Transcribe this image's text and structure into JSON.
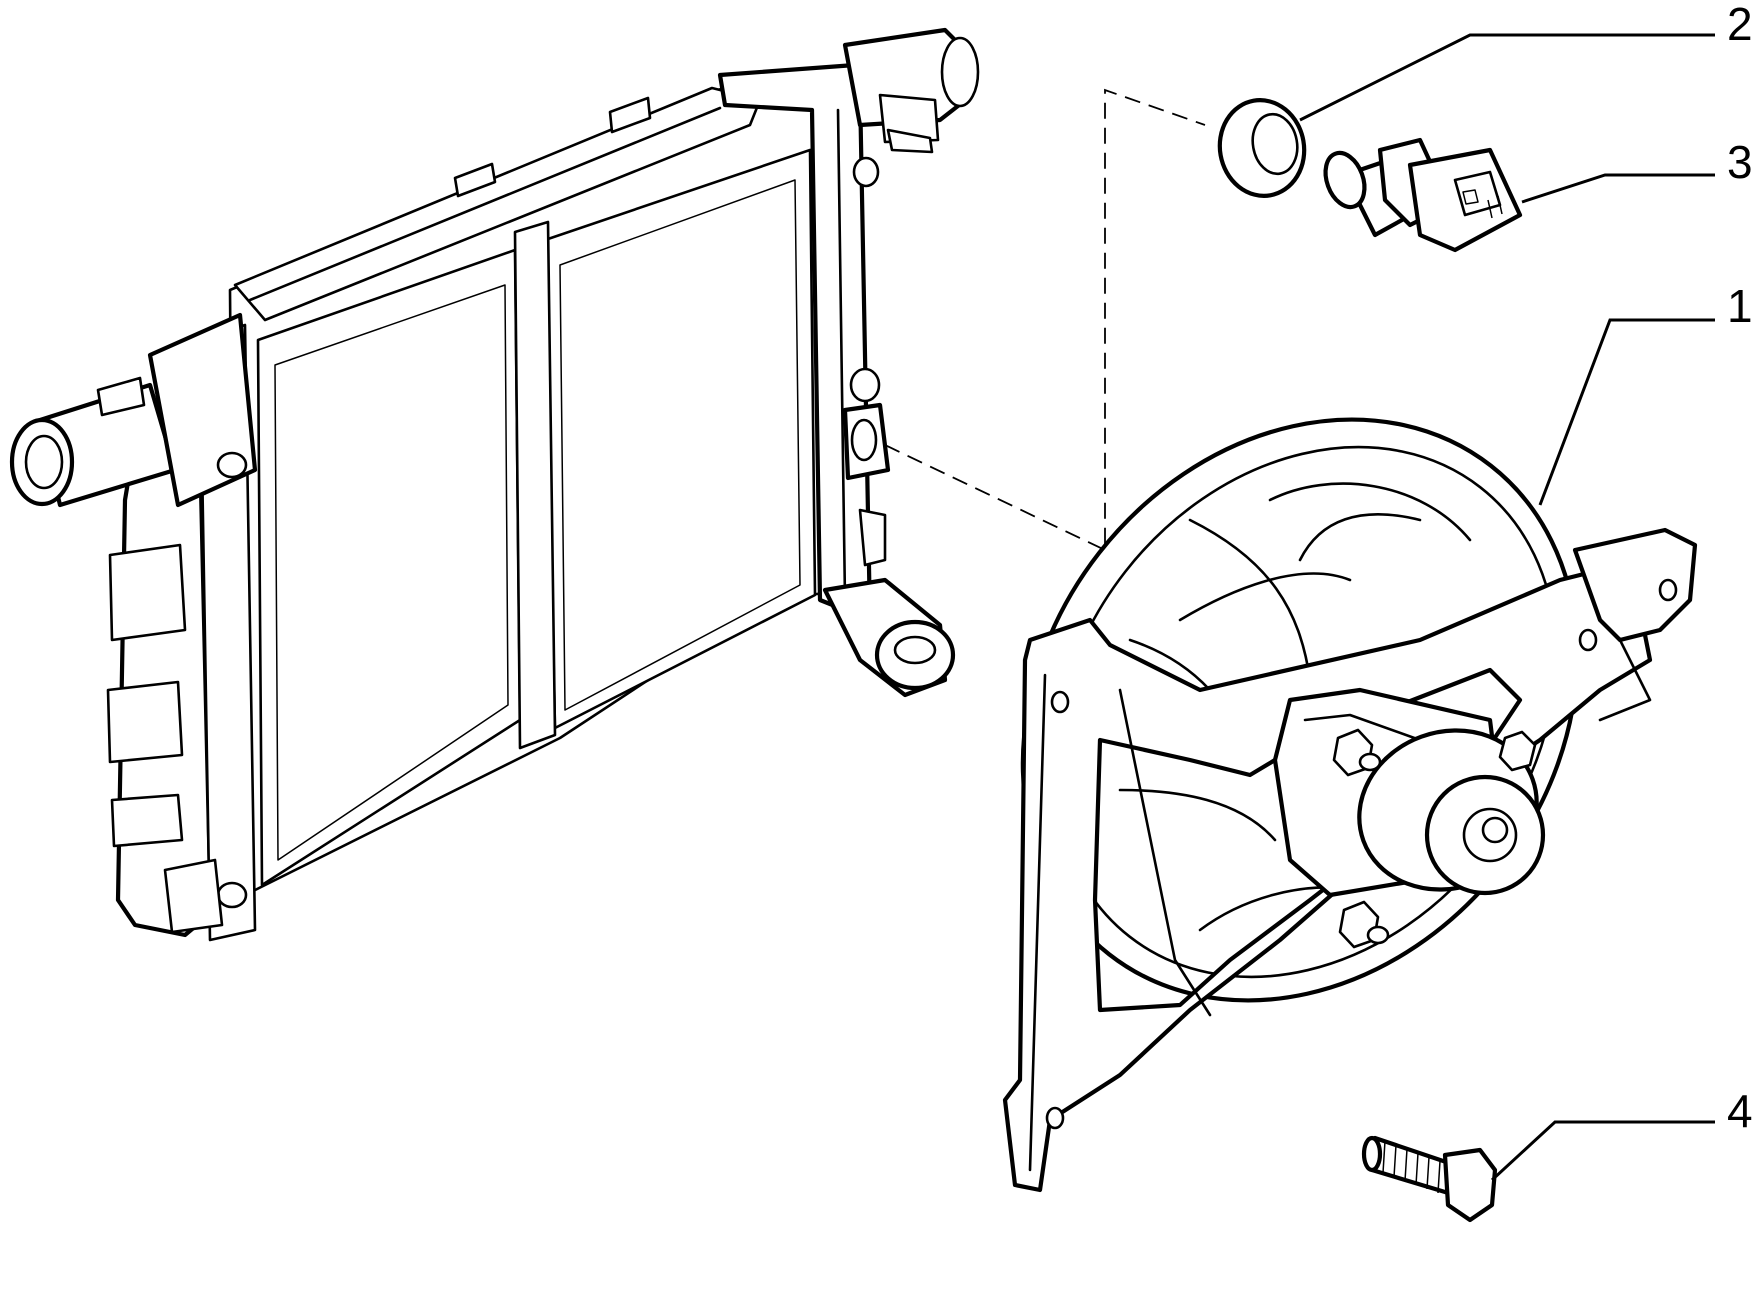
{
  "callouts": [
    {
      "id": "fan",
      "label": "1"
    },
    {
      "id": "seal",
      "label": "2"
    },
    {
      "id": "sensor",
      "label": "3"
    },
    {
      "id": "screw",
      "label": "4"
    }
  ]
}
